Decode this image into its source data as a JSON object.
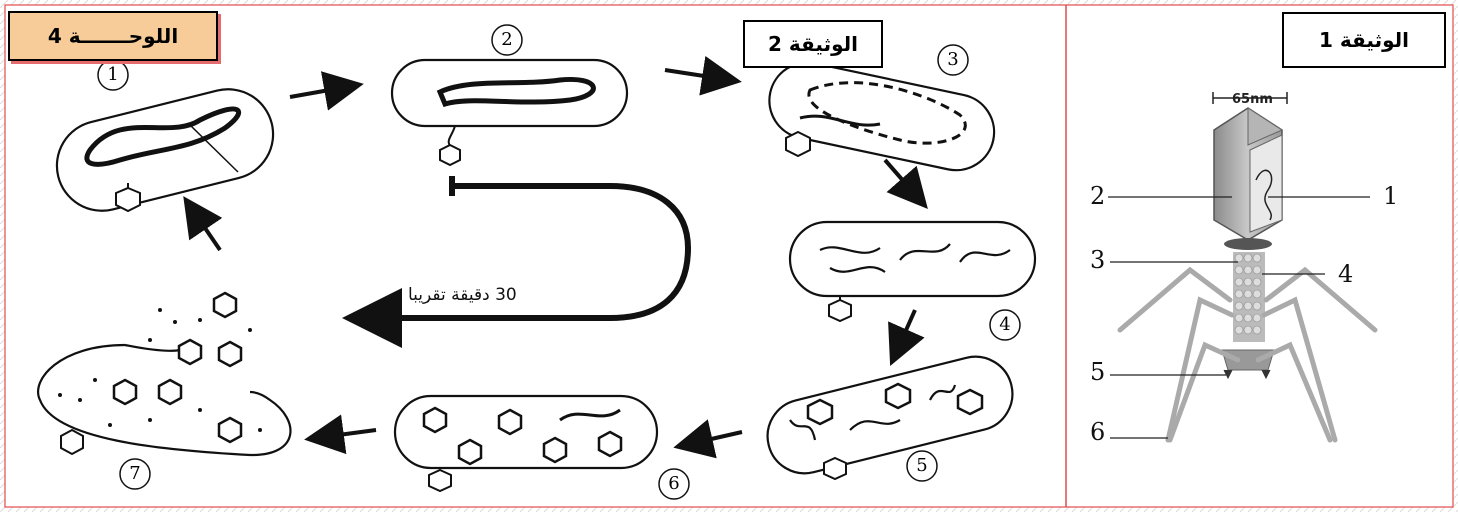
{
  "plate_title": "اللوحـــــــة 4",
  "doc2_title": "الوثيقة 2",
  "doc1_title": "الوثيقة 1",
  "duration_label": "30 دقيقة تقريبا",
  "phage": {
    "scale_label": "65nm",
    "part_numbers": [
      "1",
      "2",
      "3",
      "4",
      "5",
      "6"
    ]
  },
  "cycle_steps": [
    "1",
    "2",
    "3",
    "4",
    "5",
    "6",
    "7"
  ],
  "colors": {
    "plate_bg": "#f7cc99",
    "plate_shadow": "#e56c6c",
    "border_red": "#e34b4b",
    "ink": "#111111"
  }
}
